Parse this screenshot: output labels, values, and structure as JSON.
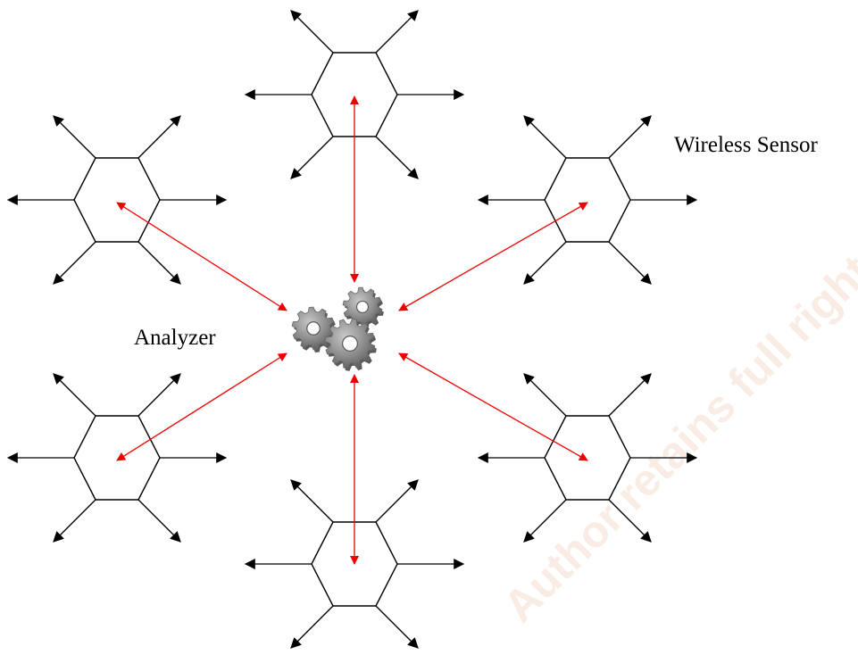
{
  "diagram": {
    "sensor_label": "Wireless Sensor",
    "analyzer_label": "Analyzer",
    "watermark": "Author retains full rights.",
    "colors": {
      "link": "#ee0000",
      "spoke": "#000000",
      "gear_fill": "#8a8a8a",
      "gear_dark": "#5a5a5a",
      "watermark": "#f4ddcf"
    },
    "analyzer_icon": "gears-icon",
    "sensor_count": 6
  }
}
